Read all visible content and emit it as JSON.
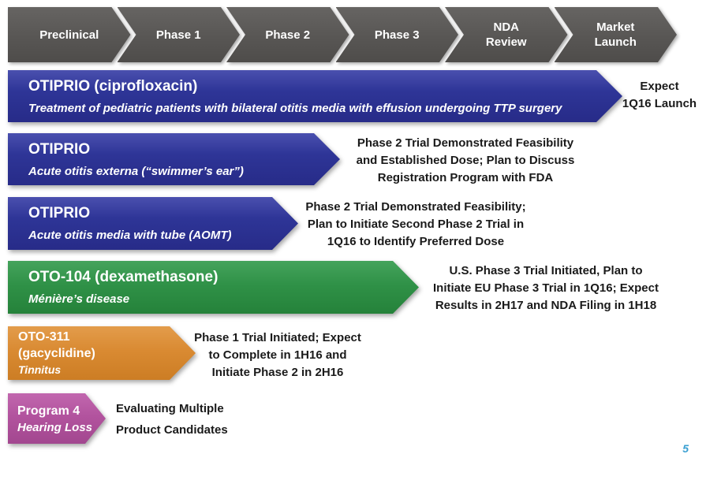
{
  "palette": {
    "stage_gray": "#595654",
    "blue": "#2e3597",
    "green": "#2f9147",
    "orange": "#d98a32",
    "magenta": "#b2539e",
    "note_text": "#1a1a1a",
    "page_number_blue": "#3aa0d2"
  },
  "stages": [
    {
      "lines": [
        "Preclinical"
      ]
    },
    {
      "lines": [
        "Phase 1"
      ]
    },
    {
      "lines": [
        "Phase 2"
      ]
    },
    {
      "lines": [
        "Phase 3"
      ]
    },
    {
      "lines": [
        "NDA",
        "Review"
      ]
    },
    {
      "lines": [
        "Market",
        "Launch"
      ]
    }
  ],
  "rows": [
    {
      "product": "OTIPRIO (ciprofloxacin)",
      "indication": "Treatment of pediatric patients with bilateral otitis media with effusion undergoing TTP surgery",
      "status_lines": [
        "Expect",
        "1Q16 Launch"
      ]
    },
    {
      "product": "OTIPRIO",
      "indication": "Acute otitis externa (“swimmer’s ear”)",
      "status_lines": [
        "Phase 2 Trial Demonstrated Feasibility",
        "and Established Dose; Plan to Discuss",
        "Registration Program with FDA"
      ]
    },
    {
      "product": "OTIPRIO",
      "indication": "Acute otitis media with tube (AOMT)",
      "status_lines": [
        "Phase 2 Trial Demonstrated Feasibility;",
        "Plan to Initiate Second Phase 2 Trial in",
        "1Q16 to Identify Preferred Dose"
      ]
    },
    {
      "product": "OTO-104 (dexamethasone)",
      "indication": "Ménière’s disease",
      "status_lines": [
        "U.S. Phase 3 Trial Initiated, Plan to",
        "Initiate EU Phase 3 Trial in 1Q16; Expect",
        "Results in 2H17 and NDA Filing in 1H18"
      ]
    },
    {
      "product_lines": [
        "OTO-311",
        "(gacyclidine)"
      ],
      "indication": "Tinnitus",
      "status_lines": [
        "Phase 1 Trial Initiated; Expect",
        "to Complete in 1H16 and",
        "Initiate Phase 2 in 2H16"
      ]
    },
    {
      "product": "Program 4",
      "indication": "Hearing Loss",
      "status_lines": [
        "Evaluating Multiple",
        "Product Candidates"
      ]
    }
  ],
  "page": {
    "number": "5"
  }
}
